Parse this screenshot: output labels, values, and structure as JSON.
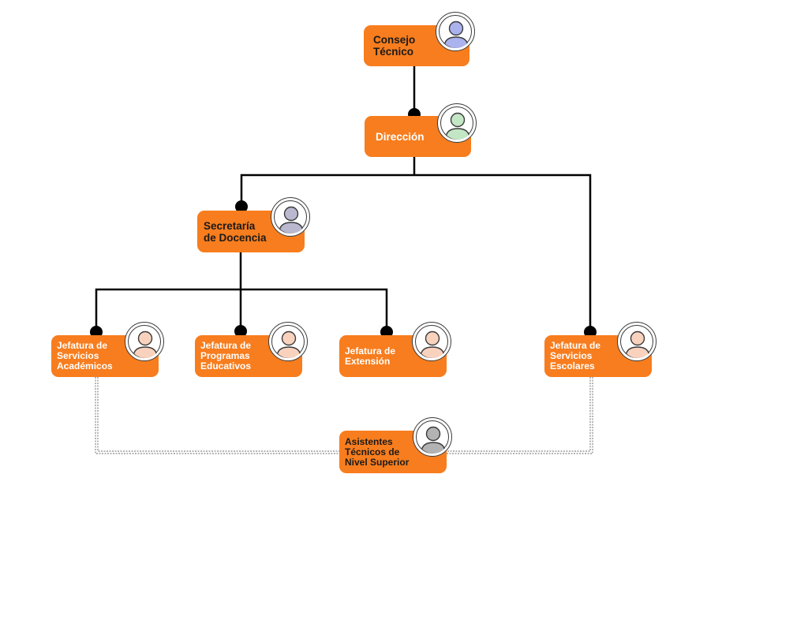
{
  "org_chart": {
    "nodes": {
      "consejo_tecnico": {
        "label": "Consejo\nTécnico",
        "avatar_color": "#aab3ee"
      },
      "direccion": {
        "label": "Dirección",
        "avatar_color": "#c3e6c4"
      },
      "secretaria_docencia": {
        "label": "Secretaría\nde Docencia",
        "avatar_color": "#b9b8cf"
      },
      "jefatura_servicios_academicos": {
        "label": "Jefatura de\nServicios\nAcadémicos",
        "avatar_color": "#f9d2be"
      },
      "jefatura_programas_educativos": {
        "label": "Jefatura de\nProgramas\nEducativos",
        "avatar_color": "#f9d2be"
      },
      "jefatura_extension": {
        "label": "Jefatura de\nExtensión",
        "avatar_color": "#f9d2be"
      },
      "jefatura_servicios_escolares": {
        "label": "Jefatura de\nServicios\nEscolares",
        "avatar_color": "#f9d2be"
      },
      "asistentes_tecnicos": {
        "label": "Asistentes\nTécnicos de\nNivel Superior",
        "avatar_color": "#b3b3b3"
      }
    },
    "colors": {
      "box": "#f77d1e",
      "box_text": "#ffffff",
      "line": "#000000",
      "dashed_line": "#888888"
    },
    "relationships": [
      {
        "from": "consejo_tecnico",
        "to": "direccion",
        "style": "solid"
      },
      {
        "from": "direccion",
        "to": "secretaria_docencia",
        "style": "solid"
      },
      {
        "from": "direccion",
        "to": "jefatura_servicios_escolares",
        "style": "solid"
      },
      {
        "from": "secretaria_docencia",
        "to": "jefatura_servicios_academicos",
        "style": "solid"
      },
      {
        "from": "secretaria_docencia",
        "to": "jefatura_programas_educativos",
        "style": "solid"
      },
      {
        "from": "secretaria_docencia",
        "to": "jefatura_extension",
        "style": "solid"
      },
      {
        "from": "jefatura_servicios_academicos",
        "to": "asistentes_tecnicos",
        "style": "dashed"
      },
      {
        "from": "jefatura_servicios_escolares",
        "to": "asistentes_tecnicos",
        "style": "dashed"
      }
    ]
  }
}
